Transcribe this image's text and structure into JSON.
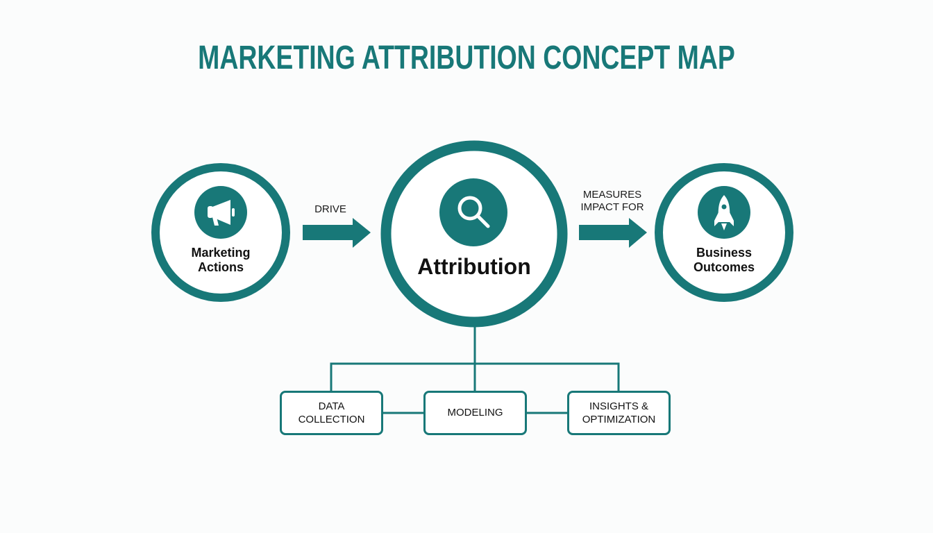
{
  "title": "MARKETING ATTRIBUTION CONCEPT MAP",
  "colors": {
    "accent": "#187878",
    "text": "#111111",
    "background": "#fbfcfc"
  },
  "nodes": {
    "marketing_actions": {
      "label_line1": "Marketing",
      "label_line2": "Actions",
      "icon": "megaphone-icon"
    },
    "attribution": {
      "label": "Attribution",
      "icon": "magnifier-icon"
    },
    "business_outcomes": {
      "label_line1": "Business",
      "label_line2": "Outcomes",
      "icon": "rocket-icon"
    }
  },
  "edges": {
    "drive": {
      "label": "DRIVE"
    },
    "measures": {
      "label_line1": "MEASURES",
      "label_line2": "IMPACT FOR"
    }
  },
  "sub_components": [
    {
      "line1": "DATA",
      "line2": "COLLECTION"
    },
    {
      "line1": "MODELING",
      "line2": ""
    },
    {
      "line1": "INSIGHTS &",
      "line2": "OPTIMIZATION"
    }
  ]
}
